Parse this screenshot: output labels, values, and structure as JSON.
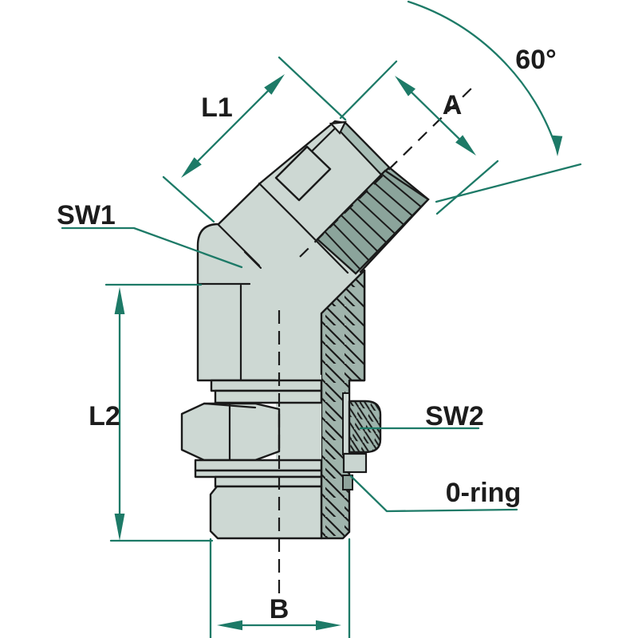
{
  "drawing": {
    "kind": "technical dimensional drawing",
    "part": "45-degree adjustable male stud elbow fitting with O-ring",
    "background": "#ffffff"
  },
  "labels": {
    "l1": "L1",
    "a": "A",
    "angle": "60°",
    "sw1": "SW1",
    "l2": "L2",
    "sw2": "SW2",
    "oring": "0-ring",
    "b": "B"
  },
  "colors": {
    "annotation_teal": "#1d7a67",
    "outline_black": "#1a1a1a",
    "body_light": "#cdd8d3",
    "section_hatch": "#a0b4ac",
    "thread_dark": "#8ba49b",
    "tip_shade": "#a8bdb5",
    "cone_shade": "#96ada5"
  }
}
